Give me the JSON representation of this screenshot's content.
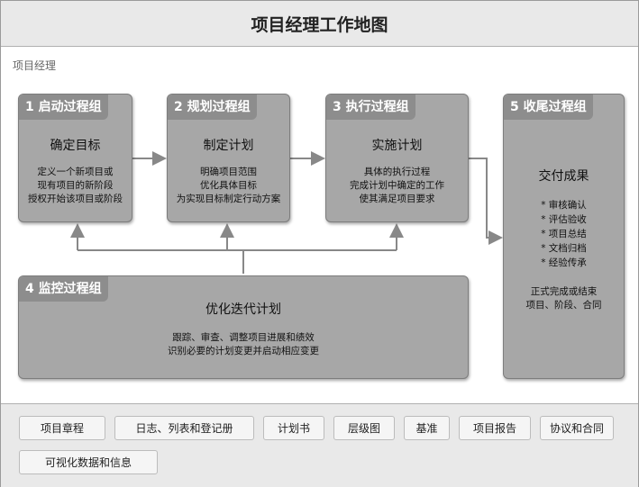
{
  "title": "项目经理工作地图",
  "role_label": "项目经理",
  "groups": {
    "initiating": {
      "tag": "1 启动过程组",
      "heading": "确定目标",
      "lines": [
        "定义一个新项目或",
        "现有项目的新阶段",
        "授权开始该项目或阶段"
      ]
    },
    "planning": {
      "tag": "2 规划过程组",
      "heading": "制定计划",
      "lines": [
        "明确项目范围",
        "优化具体目标",
        "为实现目标制定行动方案"
      ]
    },
    "executing": {
      "tag": "3 执行过程组",
      "heading": "实施计划",
      "lines": [
        "具体的执行过程",
        "完成计划中确定的工作",
        "使其满足项目要求"
      ]
    },
    "monitoring": {
      "tag": "4 监控过程组",
      "heading": "优化迭代计划",
      "lines": [
        "跟踪、审查、调整项目进展和绩效",
        "识别必要的计划变更并启动相应变更"
      ]
    },
    "closing": {
      "tag": "5 收尾过程组",
      "heading": "交付成果",
      "items": [
        "* 审核确认",
        "* 评估验收",
        "* 项目总结",
        "* 文档归档",
        "* 经验传承"
      ],
      "lines": [
        "正式完成或结束",
        "项目、阶段、合同"
      ]
    }
  },
  "artifacts": [
    "项目章程",
    "日志、列表和登记册",
    "计划书",
    "层级图",
    "基准",
    "项目报告",
    "协议和合同",
    "可视化数据和信息"
  ],
  "colors": {
    "box": "#a7a7a7",
    "tag": "#8d8d8d",
    "arrow": "#888888"
  }
}
